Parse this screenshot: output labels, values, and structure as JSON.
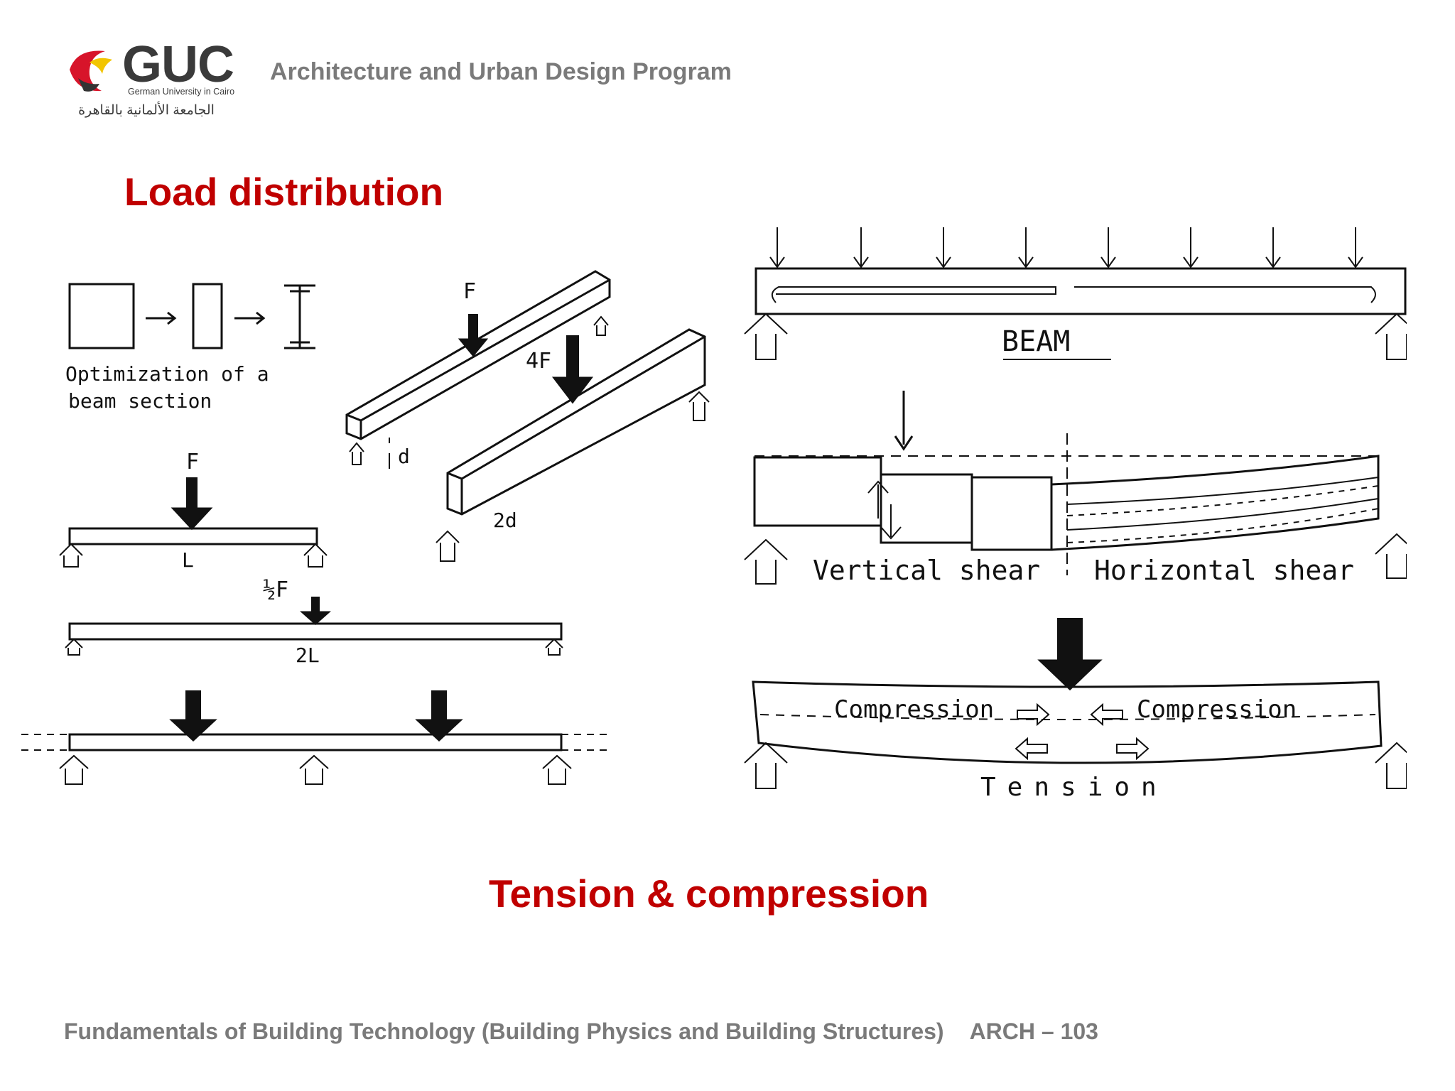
{
  "header": {
    "logo_text": "GUC",
    "logo_subtitle": "German University in Cairo",
    "logo_arabic": "الجامعة الألمانية بالقاهرة",
    "program": "Architecture and Urban Design Program"
  },
  "titles": {
    "load_distribution": "Load distribution",
    "tension_compression": "Tension & compression"
  },
  "sketches": {
    "optimization_caption_1": "Optimization of a",
    "optimization_caption_2": "beam section",
    "load_F": "F",
    "load_4F": "4F",
    "depth_d": "d",
    "depth_2d": "2d",
    "span_L": "L",
    "load_half_F": "½F",
    "span_2L": "2L",
    "beam_label": "BEAM",
    "vertical_shear": "Vertical shear",
    "horizontal_shear": "Horizontal shear",
    "compression_left": "Compression",
    "compression_right": "Compression",
    "tension": "Tension"
  },
  "footer": {
    "course": "Fundamentals of Building Technology (Building Physics and Building Structures)",
    "code": "ARCH – 103"
  },
  "colors": {
    "title_red": "#c00000",
    "grey_text": "#7a7a7a",
    "logo_red": "#d7142a",
    "logo_yellow": "#f2c500"
  }
}
